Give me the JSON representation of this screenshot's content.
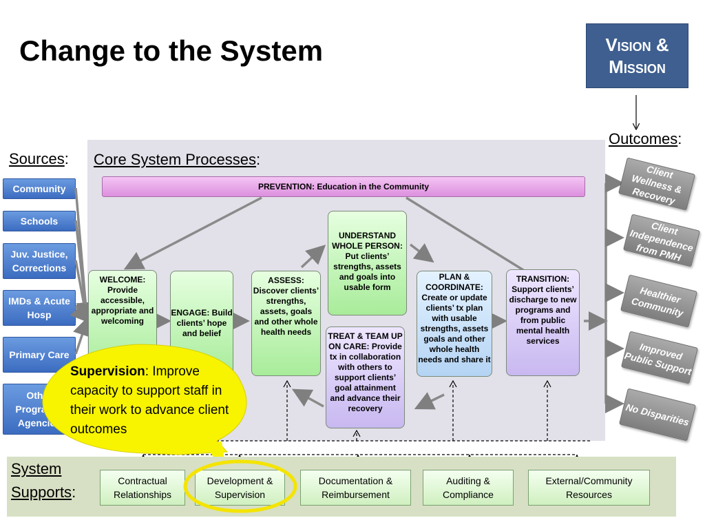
{
  "title": "Change to the System",
  "vision": {
    "line1": "Vision &",
    "line2": "Mission"
  },
  "outcomes_heading": "Outcomes",
  "sources_heading": "Sources",
  "core_heading": "Core System Processes",
  "prevention": "PREVENTION:  Education in the Community",
  "sources": [
    "Community",
    "Schools",
    "Juv. Justice, Corrections",
    "IMDs & Acute Hosp",
    "Primary Care",
    "Other Programs/ Agencies"
  ],
  "processes": {
    "welcome": "WELCOME: Provide accessible, appropriate and welcoming",
    "engage": "ENGAGE: Build clients’ hope and belief",
    "assess": "ASSESS: Discover clients’ strengths, assets, goals and other whole health needs",
    "understand": "UNDERSTAND WHOLE PERSON: Put clients’ strengths, assets and goals into usable form",
    "treat": "TREAT & TEAM UP ON CARE: Provide tx in collaboration with others to support clients’ goal attainment and advance their recovery",
    "plan": "PLAN & COORDINATE: Create or update clients’ tx plan with usable strengths, assets goals and other whole health needs and share it",
    "transition": "TRANSITION: Support clients’ discharge to new programs and from public mental health services"
  },
  "outcomes": [
    "Client Wellness & Recovery",
    "Client Independence from PMH",
    "Healthier Community",
    "Improved Public Support",
    "No Disparities"
  ],
  "supervision": {
    "bold": "Supervision",
    "text": ":  Improve capacity to support staff in their work to advance client outcomes"
  },
  "system_supports_heading": {
    "line1": "System",
    "line2": "Supports"
  },
  "supports": [
    "Contractual Relationships",
    "Development & Supervision",
    "Documentation & Reimbursement",
    "Auditing & Compliance",
    "External/Community Resources"
  ],
  "colors": {
    "vision_bg": "#3e5f8f",
    "callout": "#f8f400",
    "highlight_ring": "#f4e400"
  }
}
